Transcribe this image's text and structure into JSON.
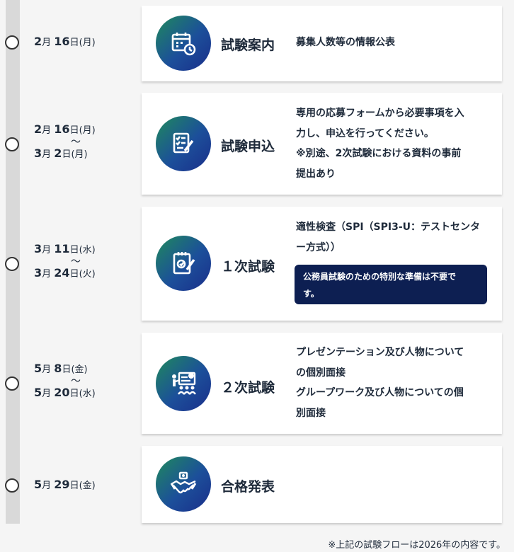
{
  "steps": [
    {
      "date_lines": [
        {
          "month": "2",
          "month_unit": "月",
          "day": "16",
          "day_unit": "日",
          "weekday": "(月)"
        }
      ],
      "stage": "試験案内",
      "description": [
        "募集人数等の情報公表"
      ],
      "icon": "calendar-clock-icon"
    },
    {
      "date_lines": [
        {
          "month": "2",
          "month_unit": "月",
          "day": "16",
          "day_unit": "日",
          "weekday": "(月)"
        },
        {
          "month": "3",
          "month_unit": "月",
          "day": "2",
          "day_unit": "日",
          "weekday": "(月)"
        }
      ],
      "range_separator": "～",
      "stage": "試験申込",
      "description": [
        "専用の応募フォームから必要事項を入",
        "力し、申込を行ってください。",
        "※別途、2次試験における資料の事前",
        "提出あり"
      ],
      "icon": "checklist-pen-icon"
    },
    {
      "date_lines": [
        {
          "month": "3",
          "month_unit": "月",
          "day": "11",
          "day_unit": "日",
          "weekday": "(水)"
        },
        {
          "month": "3",
          "month_unit": "月",
          "day": "24",
          "day_unit": "日",
          "weekday": "(火)"
        }
      ],
      "range_separator": "～",
      "stage": "１次試験",
      "description": [
        "適性検査（SPI（SPI3-U：テストセンタ",
        "ー方式））"
      ],
      "notice": [
        "公務員試験のための特別な準備は不要で",
        "す。"
      ],
      "icon": "clipboard-check-icon"
    },
    {
      "date_lines": [
        {
          "month": "5",
          "month_unit": "月",
          "day": "8",
          "day_unit": "日",
          "weekday": "(金)"
        },
        {
          "month": "5",
          "month_unit": "月",
          "day": "20",
          "day_unit": "日",
          "weekday": "(水)"
        }
      ],
      "range_separator": "～",
      "stage": "２次試験",
      "description": [
        "プレゼンテーション及び人物について",
        "の個別面接",
        "グループワーク及び人物についての個",
        "別面接"
      ],
      "icon": "presentation-icon"
    },
    {
      "date_lines": [
        {
          "month": "5",
          "month_unit": "月",
          "day": "29",
          "day_unit": "日",
          "weekday": "(金)"
        }
      ],
      "stage": "合格発表",
      "description": [],
      "icon": "handshake-icon"
    }
  ],
  "footnote": "※上記の試験フローは2026年の内容です。"
}
